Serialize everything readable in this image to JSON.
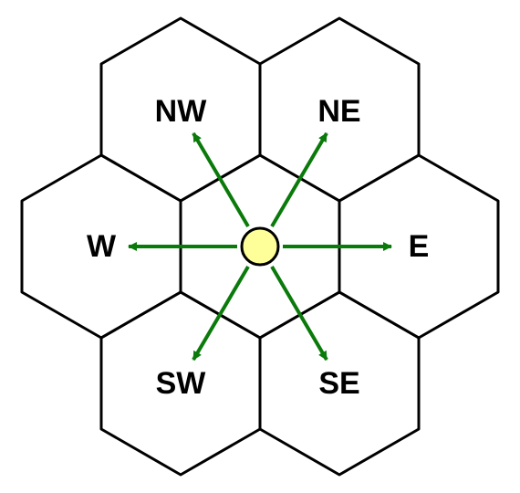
{
  "diagram": {
    "directions": [
      {
        "key": "nw",
        "label": "NW"
      },
      {
        "key": "ne",
        "label": "NE"
      },
      {
        "key": "w",
        "label": "W"
      },
      {
        "key": "e",
        "label": "E"
      },
      {
        "key": "sw",
        "label": "SW"
      },
      {
        "key": "se",
        "label": "SE"
      }
    ],
    "colors": {
      "arrow": "#0a7a0a",
      "center_fill": "#ffff99",
      "center_stroke": "#000000",
      "hex_stroke": "#000000"
    }
  }
}
